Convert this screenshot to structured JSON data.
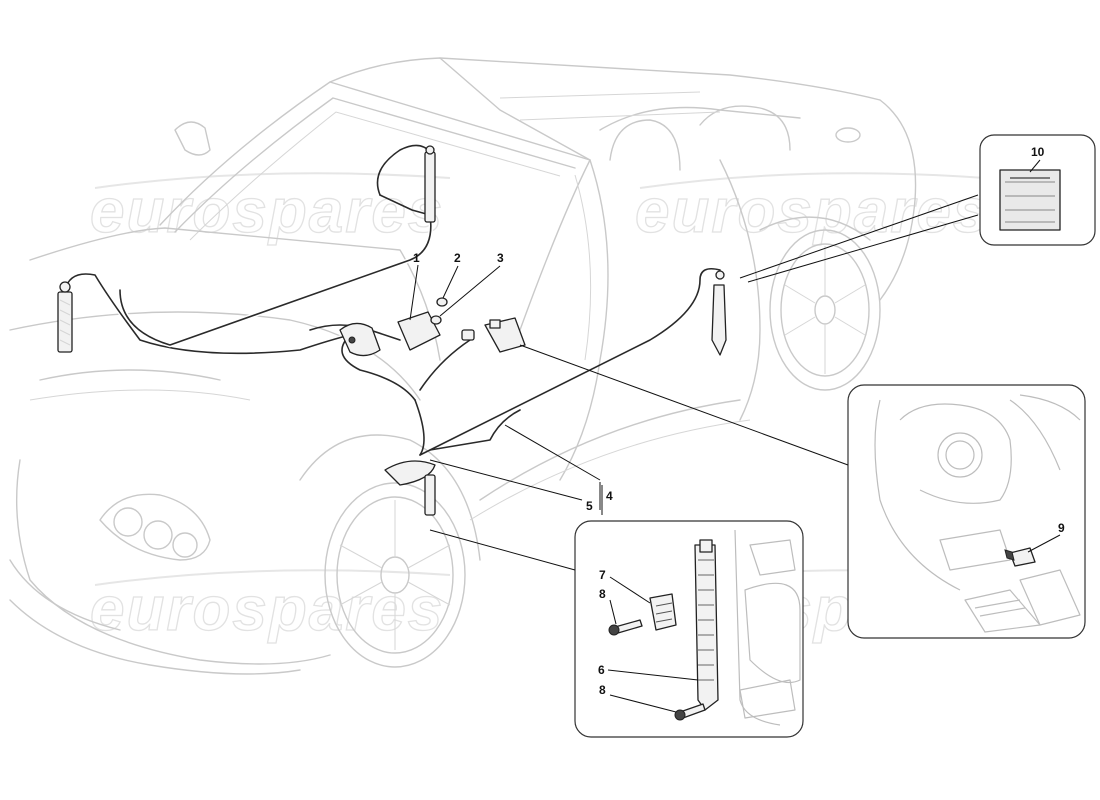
{
  "watermark": {
    "text": "eurospares"
  },
  "callouts": {
    "c1": "1",
    "c2": "2",
    "c3": "3",
    "c4": "4",
    "c5": "5",
    "c6": "6",
    "c7": "7",
    "c8a": "8",
    "c8b": "8",
    "c9": "9",
    "c10": "10"
  }
}
